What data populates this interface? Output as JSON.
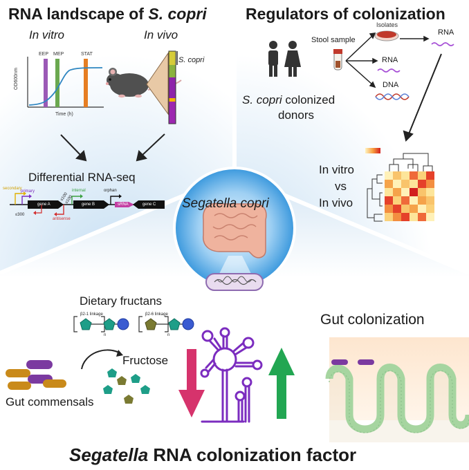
{
  "top_left": {
    "title_plain": "RNA landscape of ",
    "title_italic": "S. copri",
    "in_vitro": "In vitro",
    "in_vivo": "In vivo",
    "growth_curve": {
      "phase_labels": [
        "EEP",
        "MEP",
        "STAT"
      ],
      "y_axis": "OD600nm",
      "x_axis": "Time (h)"
    },
    "scopri_label": "S. copri",
    "diff_title": "Differential RNA-seq",
    "genes": {
      "secondary": "secondary",
      "primary": "primary",
      "internal": "internal",
      "orphan": "orphan",
      "antisense": "antisense",
      "gene_a": "gene A",
      "gene_b": "gene B",
      "gene_c": "gene C",
      "srna": "sRNA",
      "le300": "≤300",
      "le100a": "≤100",
      "le100b": "≤100"
    }
  },
  "top_right": {
    "title": "Regulators of colonization",
    "stool": "Stool sample",
    "isolates": "Isolates",
    "rna_top": "RNA",
    "rna_mid": "RNA",
    "dna": "DNA",
    "donors_italic": "S. copri",
    "donors_line1": " colonized",
    "donors_line2": "donors",
    "vs_line1": "In vitro",
    "vs_line2": "vs",
    "vs_line3": "In vivo"
  },
  "center": {
    "organism": "Segatella copri"
  },
  "bottom": {
    "fructans": "Dietary fructans",
    "linkage1": "β2-1 linkage",
    "linkage2": "β2-6 linkage",
    "n1": "n",
    "n2": "n",
    "fructose": "Fructose",
    "commensals": "Gut commensals",
    "gut_col": "Gut colonization",
    "footer_italic": "Segatella",
    "footer_rest": " RNA colonization factor"
  },
  "colors": {
    "purple_bar": "#9b59b6",
    "green_bar": "#6aa84f",
    "orange_bar": "#e67e22",
    "down_arrow": "#d6336c",
    "up_arrow": "#22a652",
    "rna_structure": "#7b2cbf",
    "pentagon": "#1e9e88",
    "pentagon_olive": "#7a7a32",
    "hexose": "#3a5bd1"
  }
}
